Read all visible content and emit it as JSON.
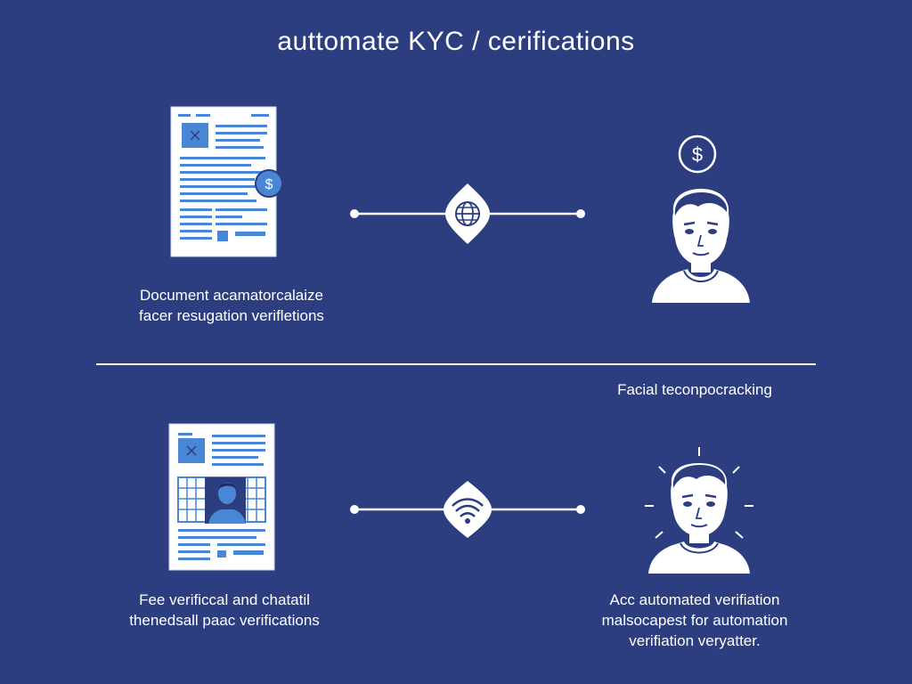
{
  "title": "auttomate KYC / cerifications",
  "colors": {
    "background": "#2c3d80",
    "line": "#ffffff",
    "accent_blue": "#4a86d6",
    "paper": "#ffffff"
  },
  "top_row": {
    "left_caption": [
      "Document acamatorcalaize",
      "facer resugation verifletions"
    ],
    "left_icon": "document-with-dollar-badge-icon",
    "center_icon": "globe-icon",
    "right_top_icon": "dollar-circle-icon",
    "right_icon": "person-face-icon"
  },
  "divider_label": "Facial teconpocracking",
  "bottom_row": {
    "left_caption": [
      "Fee verificcal and chatatil",
      "thenedsall paac verifications"
    ],
    "left_icon": "id-document-with-photo-icon",
    "center_icon": "wifi-signal-icon",
    "right_icon": "person-face-scan-icon",
    "right_caption": [
      "Acc automated verifiation",
      "malsocapest for automation",
      "verifiation veryatter."
    ]
  }
}
